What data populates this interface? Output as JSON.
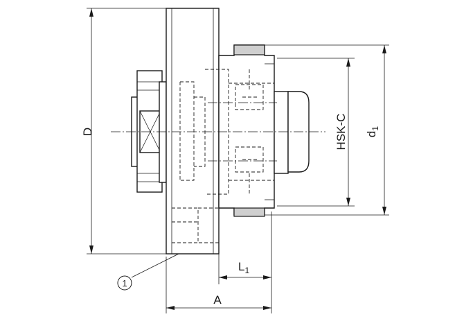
{
  "labels": {
    "D": "D",
    "d1": "d",
    "d1_sub": "1",
    "hsk": "HSK-C",
    "L1": "L",
    "L1_sub": "1",
    "A": "A",
    "callout": "1"
  },
  "colors": {
    "line": "#1a1a1a",
    "knurl_fill": "#cfcfcf",
    "background": "#ffffff"
  }
}
